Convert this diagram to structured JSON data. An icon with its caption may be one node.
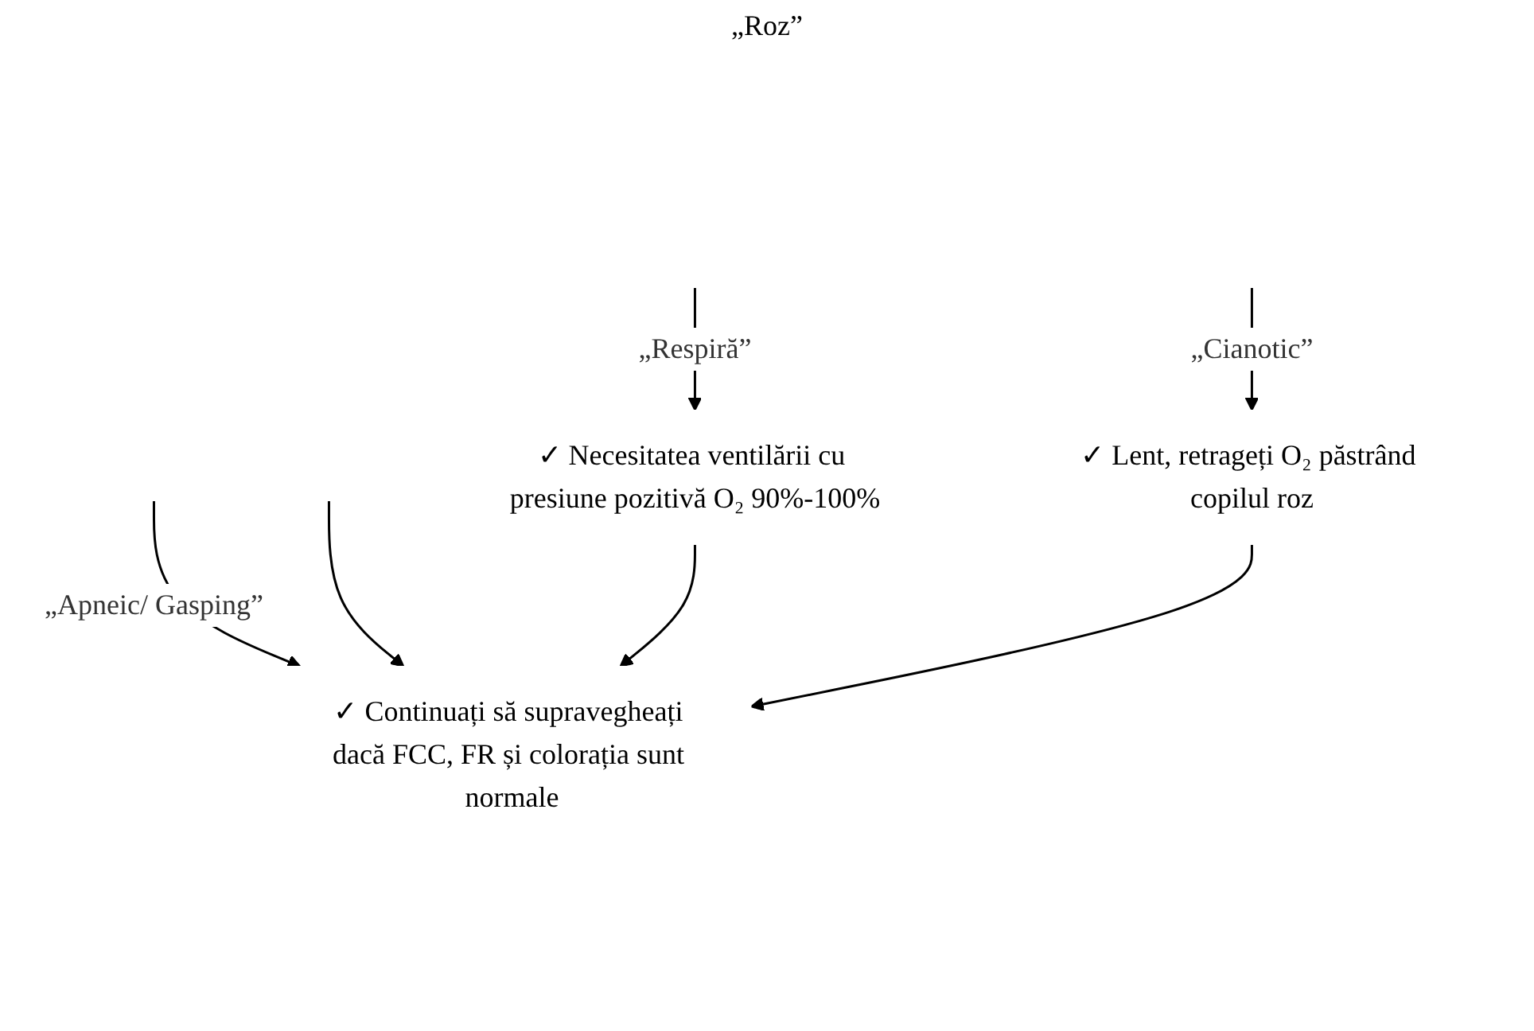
{
  "diagram": {
    "nodes": [
      {
        "text": [
          "✓ Necesitatea ventilării cu presiune pozitivă O₂ 90%-100%"
        ]
      },
      {
        "text": [
          "✓ Lent, retrageți O₂ păstrând copilul roz"
        ]
      },
      {
        "text": [
          "✓ Continuați să supravegheați dacă FCC, FR și colorația sunt normale"
        ]
      }
    ],
    "edges": [
      {
        "from": null,
        "to": 2,
        "arrow": "to",
        "label": "„Apneic/ Gasping”"
      },
      {
        "from": null,
        "to": 0,
        "arrow": "to",
        "label": "„Respiră”"
      },
      {
        "from": null,
        "to": 2,
        "arrow": "to"
      },
      {
        "from": null,
        "to": 1,
        "arrow": "to",
        "label": "„Cianotic”"
      },
      {
        "from": 0,
        "to": 2,
        "arrow": "to"
      },
      {
        "from": 1,
        "to": 2,
        "arrow": "to"
      }
    ],
    "labels": [
      "„Roz”"
    ]
  }
}
